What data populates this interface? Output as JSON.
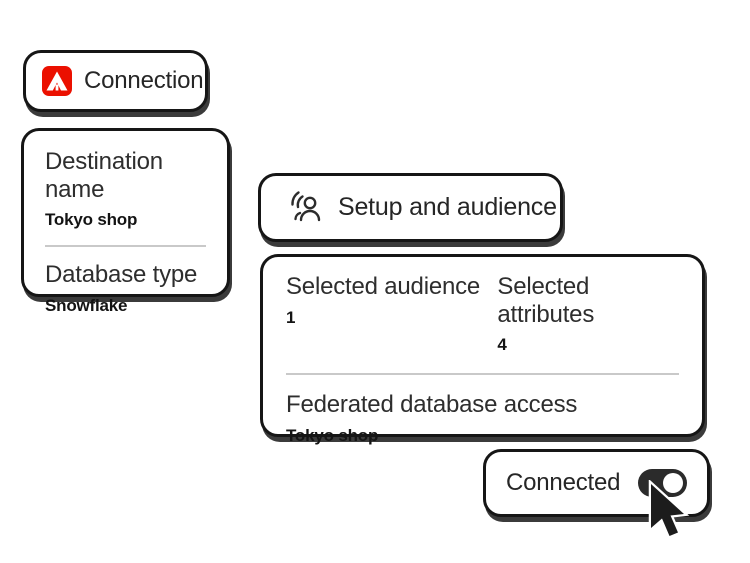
{
  "colors": {
    "background": "#ffffff",
    "adobe_red": "#EB1000",
    "text": "#2e2e2e",
    "value_text": "#141414",
    "card_border": "#161616",
    "divider": "#c9c9c9",
    "toggle_on_bg": "#2b2b2b",
    "toggle_knob": "#ffffff"
  },
  "icons": {
    "connection": "adobe-logo-icon",
    "setup": "audience-icon",
    "cursor": "pointer-cursor-icon"
  },
  "cards": {
    "connection": {
      "label": "Connection"
    },
    "destination": {
      "fields": [
        {
          "label": "Destination name",
          "value": "Tokyo shop"
        },
        {
          "label": "Database type",
          "value": "Snowflake"
        }
      ]
    },
    "setup": {
      "label": "Setup and audience"
    },
    "summary": {
      "stats": [
        {
          "label": "Selected audience",
          "value": "1"
        },
        {
          "label": "Selected attributes",
          "value": "4"
        }
      ],
      "field": {
        "label": "Federated database access",
        "value": "Tokyo shop"
      }
    },
    "connected": {
      "label": "Connected",
      "toggle_state": "on"
    }
  }
}
